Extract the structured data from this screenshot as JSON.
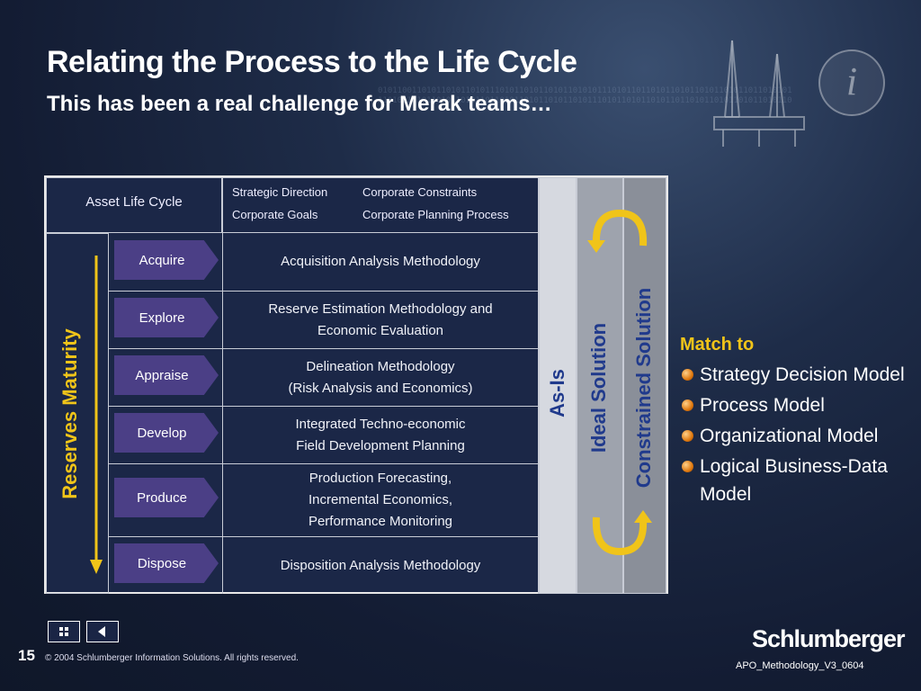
{
  "slide": {
    "title": "Relating the Process to the Life Cycle",
    "subtitle": "This has been a real challenge for Merak teams…"
  },
  "table": {
    "header_left": "Asset Life Cycle",
    "header_items": [
      "Strategic Direction",
      "Corporate Constraints",
      "Corporate Goals",
      "Corporate Planning Process"
    ],
    "rows": [
      {
        "phase": "Acquire",
        "method": "Acquisition Analysis Methodology"
      },
      {
        "phase": "Explore",
        "method_lines": [
          "Reserve Estimation Methodology and",
          "Economic Evaluation"
        ]
      },
      {
        "phase": "Appraise",
        "method_lines": [
          "Delineation Methodology",
          "(Risk Analysis and Economics)"
        ]
      },
      {
        "phase": "Develop",
        "method_lines": [
          "Integrated Techno-economic",
          "Field Development Planning"
        ]
      },
      {
        "phase": "Produce",
        "method_lines": [
          "Production Forecasting,",
          "Incremental Economics,",
          "Performance Monitoring"
        ]
      },
      {
        "phase": "Dispose",
        "method": "Disposition Analysis Methodology"
      }
    ],
    "col_as_is": "As-Is",
    "col_ideal": "Ideal Solution",
    "col_constrained": "Constrained Solution",
    "reserves_label": "Reserves Maturity"
  },
  "match": {
    "heading": "Match to",
    "items": [
      "Strategy Decision Model",
      "Process Model",
      "Organizational Model",
      "Logical Business-Data Model"
    ]
  },
  "footer": {
    "page_number": "15",
    "copyright": "© 2004 Schlumberger Information Solutions. All rights reserved.",
    "logo_text": "Schlumberger",
    "doc_id": "APO_Methodology_V3_0604"
  },
  "colors": {
    "background": "#16213a",
    "accent_yellow": "#f0c419",
    "phase_purple": "#4b3f86",
    "vertical_text_blue": "#203a8c"
  },
  "icons": [
    "oil-rig-icon",
    "info-icon",
    "grid-icon",
    "back-arrow-icon",
    "bullet-icon",
    "cycle-arrow-icon"
  ]
}
